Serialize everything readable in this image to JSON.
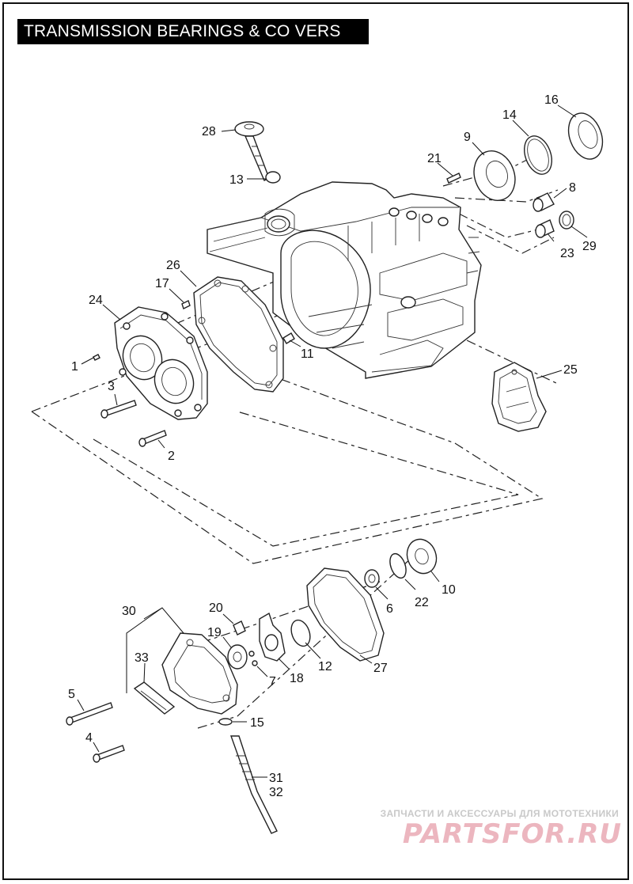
{
  "title": "TRANSMISSION BEARINGS & CO VERS",
  "watermark": {
    "caption": "ЗАПЧАСТИ И АКСЕССУАРЫ ДЛЯ МОТОТЕХНИКИ",
    "logo": "PARTSFOR.RU"
  },
  "callouts": {
    "c1": "1",
    "c2": "2",
    "c3": "3",
    "c4": "4",
    "c5": "5",
    "c6": "6",
    "c7": "7",
    "c8": "8",
    "c9": "9",
    "c10": "10",
    "c11": "11",
    "c12": "12",
    "c13": "13",
    "c14": "14",
    "c15": "15",
    "c16": "16",
    "c17": "17",
    "c18": "18",
    "c19": "19",
    "c20": "20",
    "c21": "21",
    "c22": "22",
    "c23": "23",
    "c24": "24",
    "c25": "25",
    "c26": "26",
    "c27": "27",
    "c28": "28",
    "c29": "29",
    "c30": "30",
    "c31": "31",
    "c32": "32",
    "c33": "33"
  },
  "colors": {
    "title_bg": "#000000",
    "title_fg": "#ffffff",
    "line": "#222222",
    "watermark": "#e9aab4"
  }
}
